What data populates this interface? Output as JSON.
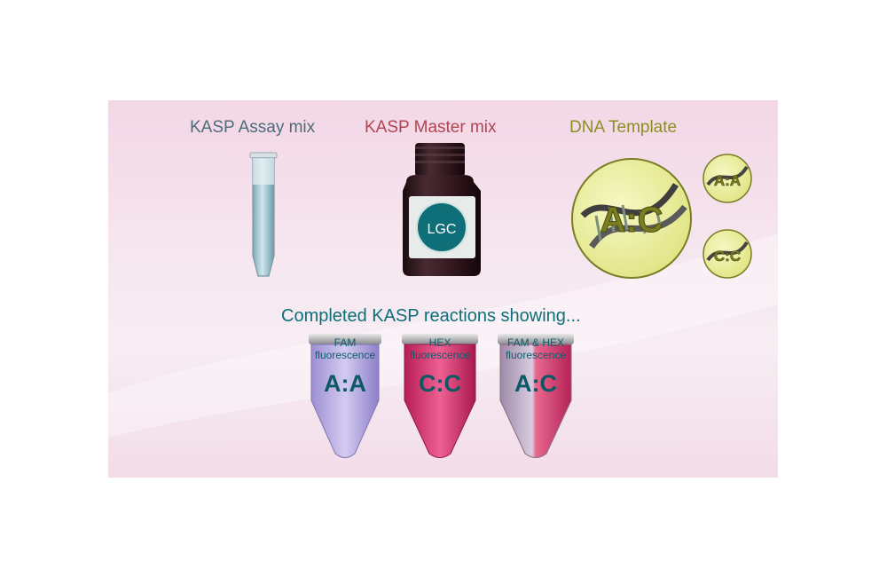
{
  "labels": {
    "assay_mix": "KASP Assay mix",
    "master_mix": "KASP Master mix",
    "dna_template": "DNA Template",
    "completed": "Completed KASP reactions showing..."
  },
  "bottle": {
    "logo": "LGC"
  },
  "dna": {
    "main_genotype": "A:C",
    "small_top": "A:A",
    "small_bottom": "C:C"
  },
  "tubes": [
    {
      "line1": "FAM",
      "line2": "fluorescence",
      "genotype": "A:A",
      "color": "#b3a6de"
    },
    {
      "line1": "HEX",
      "line2": "fluorescence",
      "genotype": "C:C",
      "color": "#d6336b"
    },
    {
      "line1": "FAM & HEX",
      "line2": "fluorescence",
      "genotype": "A:C",
      "color": "#bfa0c5"
    }
  ],
  "colors": {
    "assay_label": "#4d6b78",
    "master_label": "#b04552",
    "dna_label": "#8a8f22",
    "completed_label": "#0e6f78",
    "disc_fill": "#ecef9c"
  }
}
